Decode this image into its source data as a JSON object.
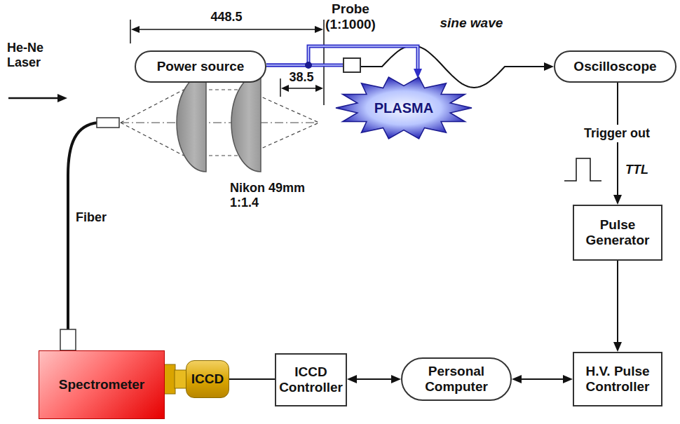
{
  "diagram": {
    "nodes": [
      {
        "text": [
          "Power source"
        ]
      },
      {
        "text": [
          "Probe (1:1000)"
        ]
      },
      {
        "text": [
          "Oscilloscope"
        ]
      },
      {
        "text": [
          "PLASMA"
        ]
      },
      {
        "text": [
          "Pulse Generator"
        ]
      },
      {
        "text": [
          "Spectrometer"
        ]
      },
      {
        "text": [
          "ICCD"
        ]
      },
      {
        "text": [
          "ICCD Controller"
        ]
      },
      {
        "text": [
          "Personal Computer"
        ]
      },
      {
        "text": [
          "H.V. Pulse Controller"
        ]
      }
    ],
    "edges": [
      {
        "from": 0,
        "to": 1,
        "arrow": "none"
      },
      {
        "from": 1,
        "to": 2,
        "label": "sine wave",
        "arrow": "to"
      },
      {
        "from": 0,
        "to": 3,
        "arrow": "to"
      },
      {
        "from": 2,
        "to": 4,
        "arrow": "to"
      },
      {
        "from": 4,
        "to": 9,
        "arrow": "to"
      },
      {
        "from": 9,
        "to": 8,
        "arrow": "both"
      },
      {
        "from": 8,
        "to": 7,
        "arrow": "both"
      },
      {
        "from": 7,
        "to": 6,
        "arrow": "none"
      }
    ],
    "labels": [
      "He-Ne Laser",
      "448.5",
      "38.5",
      "Nikon 49mm 1:1.4",
      "Fiber",
      "Trigger out",
      "TTL"
    ]
  }
}
